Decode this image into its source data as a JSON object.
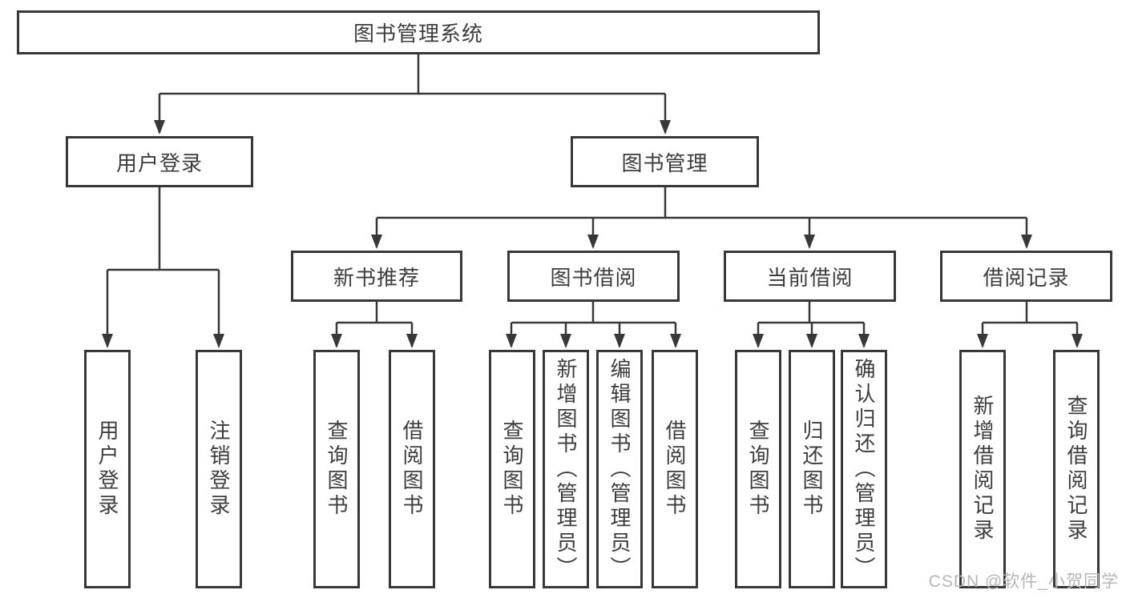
{
  "diagram": {
    "root": {
      "label": "图书管理系统"
    },
    "branches": [
      {
        "label": "用户登录",
        "children": [
          {
            "label": "用户登录"
          },
          {
            "label": "注销登录"
          }
        ]
      },
      {
        "label": "图书管理",
        "children": [
          {
            "label": "新书推荐",
            "children": [
              {
                "label": "查询图书"
              },
              {
                "label": "借阅图书"
              }
            ]
          },
          {
            "label": "图书借阅",
            "children": [
              {
                "label": "查询图书"
              },
              {
                "label": "新增图书（管理员）"
              },
              {
                "label": "编辑图书（管理员）"
              },
              {
                "label": "借阅图书"
              }
            ]
          },
          {
            "label": "当前借阅",
            "children": [
              {
                "label": "查询图书"
              },
              {
                "label": "归还图书"
              },
              {
                "label": "确认归还（管理员）"
              }
            ]
          },
          {
            "label": "借阅记录",
            "children": [
              {
                "label": "新增借阅记录"
              },
              {
                "label": "查询借阅记录"
              }
            ]
          }
        ]
      }
    ]
  },
  "watermark": {
    "text": "CSDN @软件_小贺同学"
  },
  "colors": {
    "line": "#383838",
    "text": "#3d3d3d",
    "box_background": "#ffffff",
    "watermark_text": "#b5b5b5"
  }
}
